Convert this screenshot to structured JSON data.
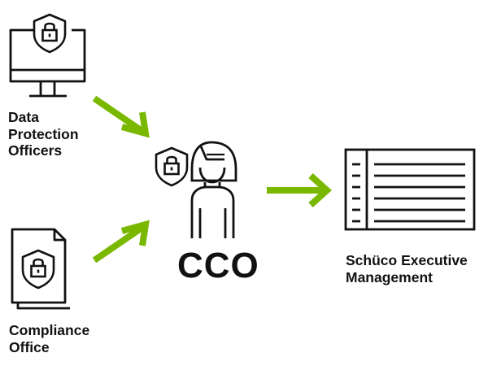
{
  "colors": {
    "stroke": "#111111",
    "arrow": "#7ab800",
    "background": "#ffffff"
  },
  "nodes": {
    "dpo": {
      "icon": "monitor-with-shield-lock-icon",
      "lines": [
        "Data",
        "Protection",
        "Officers"
      ]
    },
    "compliance": {
      "icon": "documents-with-shield-lock-icon",
      "lines": [
        "Compliance",
        "Office"
      ]
    },
    "cco": {
      "icon": "person-with-shield-lock-icon",
      "label": "CCO"
    },
    "management": {
      "icon": "report-list-icon",
      "lines": [
        "Schüco Executive",
        "Management"
      ]
    }
  }
}
